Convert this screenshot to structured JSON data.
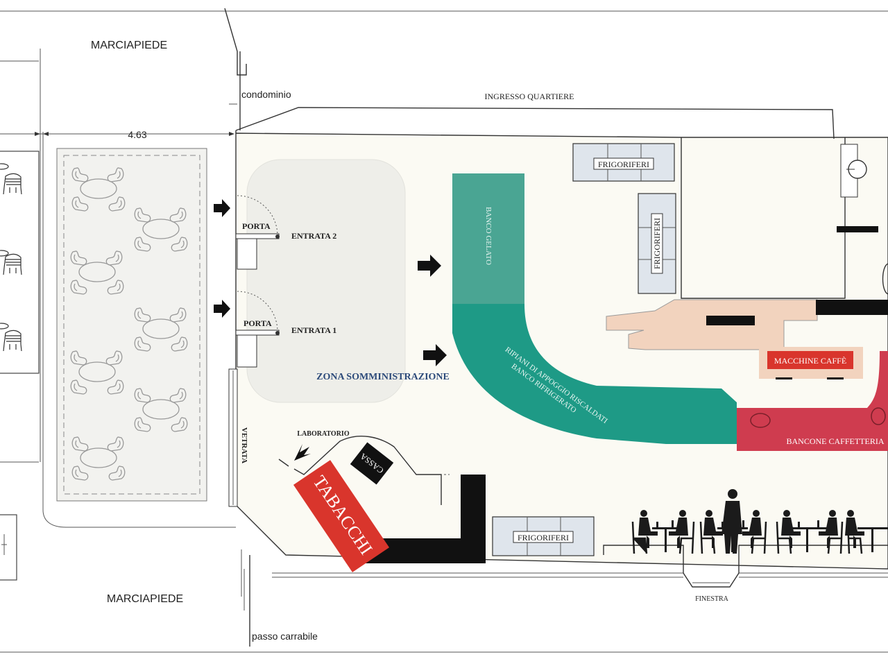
{
  "labels": {
    "marciapiede_top": "MARCIAPIEDE",
    "marciapiede_bottom": "MARCIAPIEDE",
    "condominio": "condominio",
    "ingresso_quartiere": "INGRESSO QUARTIERE",
    "dimension": "4.63",
    "porta_2": "PORTA",
    "entrata_2": "ENTRATA 2",
    "porta_1": "PORTA",
    "entrata_1": "ENTRATA 1",
    "zona_somministrazione": "ZONA SOMMINISTRAZIONE",
    "vetrata": "VETRATA",
    "laboratorio": "LABORATORIO",
    "cassa": "CASSA",
    "tabacchi": "TABACCHI",
    "frigoriferi_top": "FRIGORIFERI",
    "frigoriferi_vertical": "FRIGORIFERI",
    "frigoriferi_bottom": "FRIGORIFERI",
    "banco_gelato": "BANCO GELATO",
    "ripiani_line1": "RIPIANI DI APPOGGIO RISCALDATI",
    "ripiani_line2": "BANCO RIFRIGERATO",
    "macchine_caffe": "MACCHINE CAFFÈ",
    "bancone_caffetteria": "BANCONE CAFFETTERIA",
    "finestra": "FINESTRA",
    "passo_carrabile": "passo carrabile"
  },
  "colors": {
    "gelato": "#4aa593",
    "ripiani": "#1e9a86",
    "bancone": "#cf3c4f",
    "macchine": "#f2d3be",
    "tabacchi": "#d9352c",
    "frigo": "#dfe5ec",
    "floor": "#fbfaf3",
    "zone": "#eeeee9"
  },
  "icons": [
    "arrow-right-icon",
    "arrow-down-left-icon",
    "chair-icon",
    "table-icon",
    "people-silhouette-icon",
    "sink-icon"
  ]
}
